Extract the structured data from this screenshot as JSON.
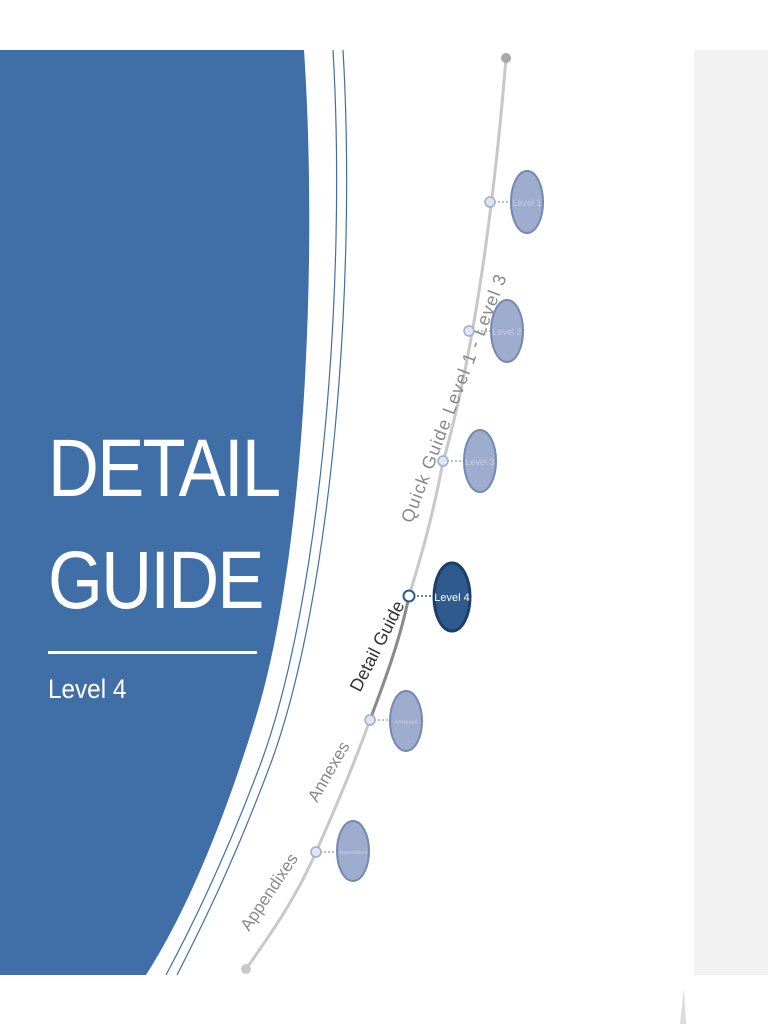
{
  "cover": {
    "title_line_1": "DETAIL",
    "title_line_2": "GUIDE",
    "subtitle": "Level 4",
    "colors": {
      "blue_panel": "#3f6fa6",
      "node_light": "#9eacce",
      "node_dark": "#2e5a8e",
      "track": "#c8c8c8",
      "track_active": "#8a8a8a"
    }
  },
  "track_labels": {
    "quick": "Quick Guide Level 1 - Level 3",
    "detail": "Detail Guide",
    "annexes": "Annexes",
    "appendixes": "Appendixes"
  },
  "nodes": [
    {
      "label": "Level 1",
      "active": false
    },
    {
      "label": "Level 2",
      "active": false
    },
    {
      "label": "Level 3",
      "active": false
    },
    {
      "label": "Level 4",
      "active": true
    },
    {
      "label": "Annexes",
      "active": false
    },
    {
      "label": "Appendixes",
      "active": false
    }
  ]
}
